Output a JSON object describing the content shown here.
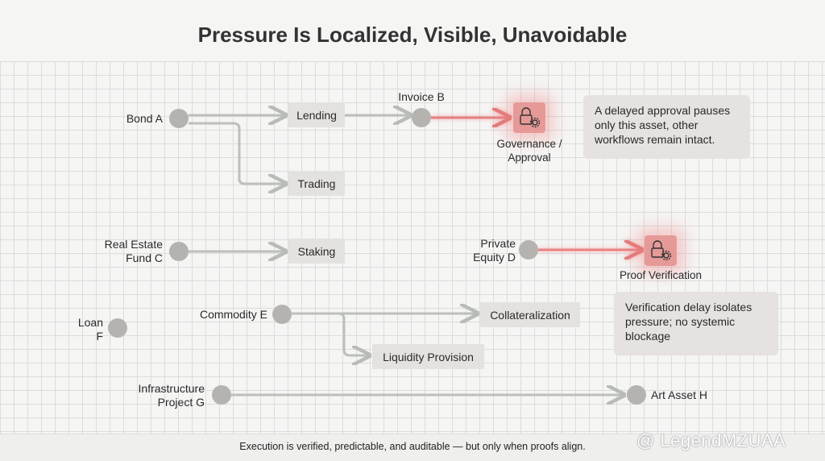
{
  "title": "Pressure Is Localized, Visible, Unavoidable",
  "assets": {
    "a": "Bond A",
    "b": "Invoice B",
    "c": "Real Estate\nFund C",
    "d": "Private\nEquity D",
    "e": "Commodity E",
    "f": "Loan\nF",
    "g": "Infrastructure\nProject G",
    "h": "Art Asset H"
  },
  "workflows": {
    "lending": "Lending",
    "trading": "Trading",
    "staking": "Staking",
    "collateral": "Collateralization",
    "liquidity": "Liquidity Provision"
  },
  "checkpoints": {
    "governance": "Governance /\nApproval",
    "proof": "Proof Verification",
    "icon": "lock-gear-icon",
    "color": "#e59a98"
  },
  "callouts": {
    "governance": "A delayed approval pauses only this asset, other workflows remain intact.",
    "proof": "Verification delay isolates pressure; no systemic blockage"
  },
  "footer": "Execution is verified, predictable, and auditable — but only when proofs align.",
  "watermark": "@ LegendMZUAA"
}
